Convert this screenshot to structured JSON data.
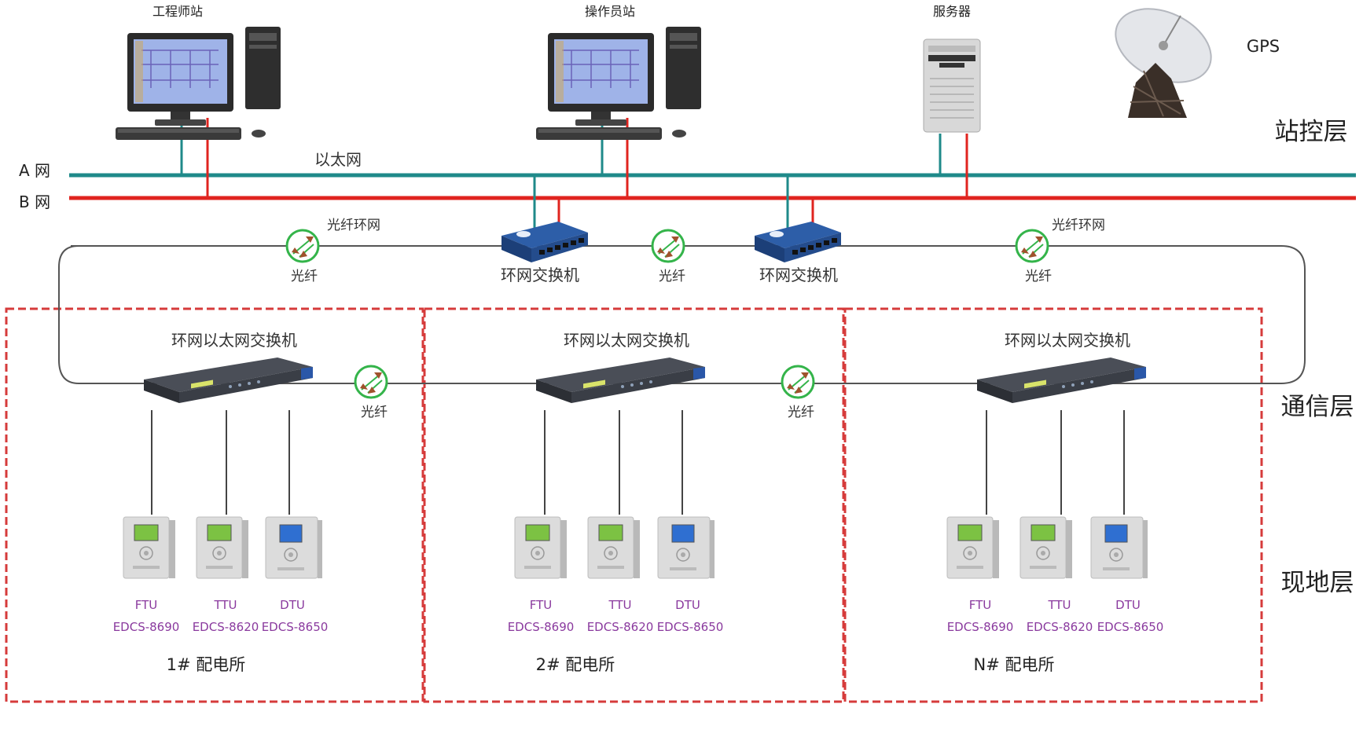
{
  "colors": {
    "net_a": "#1f8a8a",
    "net_b": "#e0241f",
    "ring": "#555555",
    "zone_border": "#d63b3b",
    "device_label": "#8a3a9e"
  },
  "top": {
    "engineer_station": "工程师站",
    "operator_station": "操作员站",
    "server": "服务器",
    "gps": "GPS"
  },
  "layers": {
    "station": "站控层",
    "comm": "通信层",
    "field": "现地层"
  },
  "network": {
    "net_a": "A 网",
    "net_b": "B 网",
    "ethernet": "以太网",
    "fiber_ring": "光纤环网",
    "fiber": "光纤",
    "ring_switch": "环网交换机",
    "ring_eth_switch": "环网以太网交换机"
  },
  "stations": [
    {
      "name": "1# 配电所",
      "devices": [
        {
          "type": "FTU",
          "model": "EDCS-8690"
        },
        {
          "type": "TTU",
          "model": "EDCS-8620"
        },
        {
          "type": "DTU",
          "model": "EDCS-8650"
        }
      ]
    },
    {
      "name": "2# 配电所",
      "devices": [
        {
          "type": "FTU",
          "model": "EDCS-8690"
        },
        {
          "type": "TTU",
          "model": "EDCS-8620"
        },
        {
          "type": "DTU",
          "model": "EDCS-8650"
        }
      ]
    },
    {
      "name": "N# 配电所",
      "devices": [
        {
          "type": "FTU",
          "model": "EDCS-8690"
        },
        {
          "type": "TTU",
          "model": "EDCS-8620"
        },
        {
          "type": "DTU",
          "model": "EDCS-8650"
        }
      ]
    }
  ]
}
